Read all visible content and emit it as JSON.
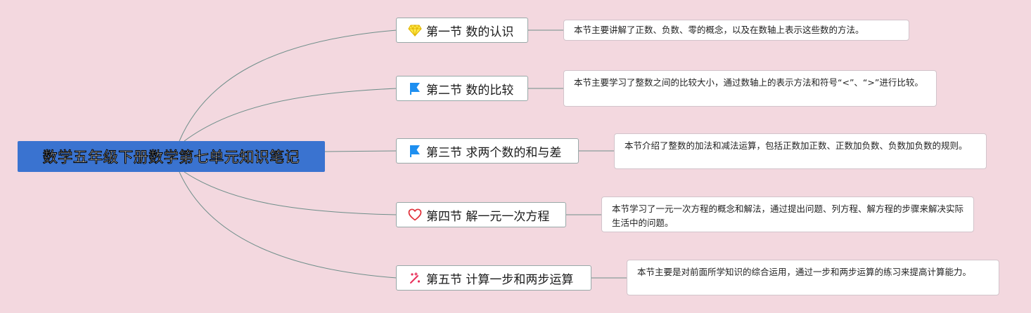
{
  "root": {
    "title": "数学五年级下册数学第七单元知识笔记"
  },
  "colors": {
    "background": "#f3d8df",
    "root_fill": "#3a73d0",
    "connector": "#6f8e8a",
    "topic_border": "#98a8a8",
    "note_border": "#d2c4cb"
  },
  "sections": [
    {
      "icon": "gem-icon",
      "label": "第一节 数的认识",
      "note": "本节主要讲解了正数、负数、零的概念，以及在数轴上表示这些数的方法。"
    },
    {
      "icon": "flag-icon",
      "label": "第二节 数的比较",
      "note": "本节主要学习了整数之间的比较大小，通过数轴上的表示方法和符号“<”、“>”进行比较。"
    },
    {
      "icon": "flag-icon",
      "label": "第三节 求两个数的和与差",
      "note": "本节介绍了整数的加法和减法运算，包括正数加正数、正数加负数、负数加负数的规则。"
    },
    {
      "icon": "heart-icon",
      "label": "第四节 解一元一次方程",
      "note": "本节学习了一元一次方程的概念和解法，通过提出问题、列方程、解方程的步骤来解决实际生活中的问题。"
    },
    {
      "icon": "magic-wand-icon",
      "label": "第五节 计算一步和两步运算",
      "note": "本节主要是对前面所学知识的综合运用，通过一步和两步运算的练习来提高计算能力。"
    }
  ]
}
